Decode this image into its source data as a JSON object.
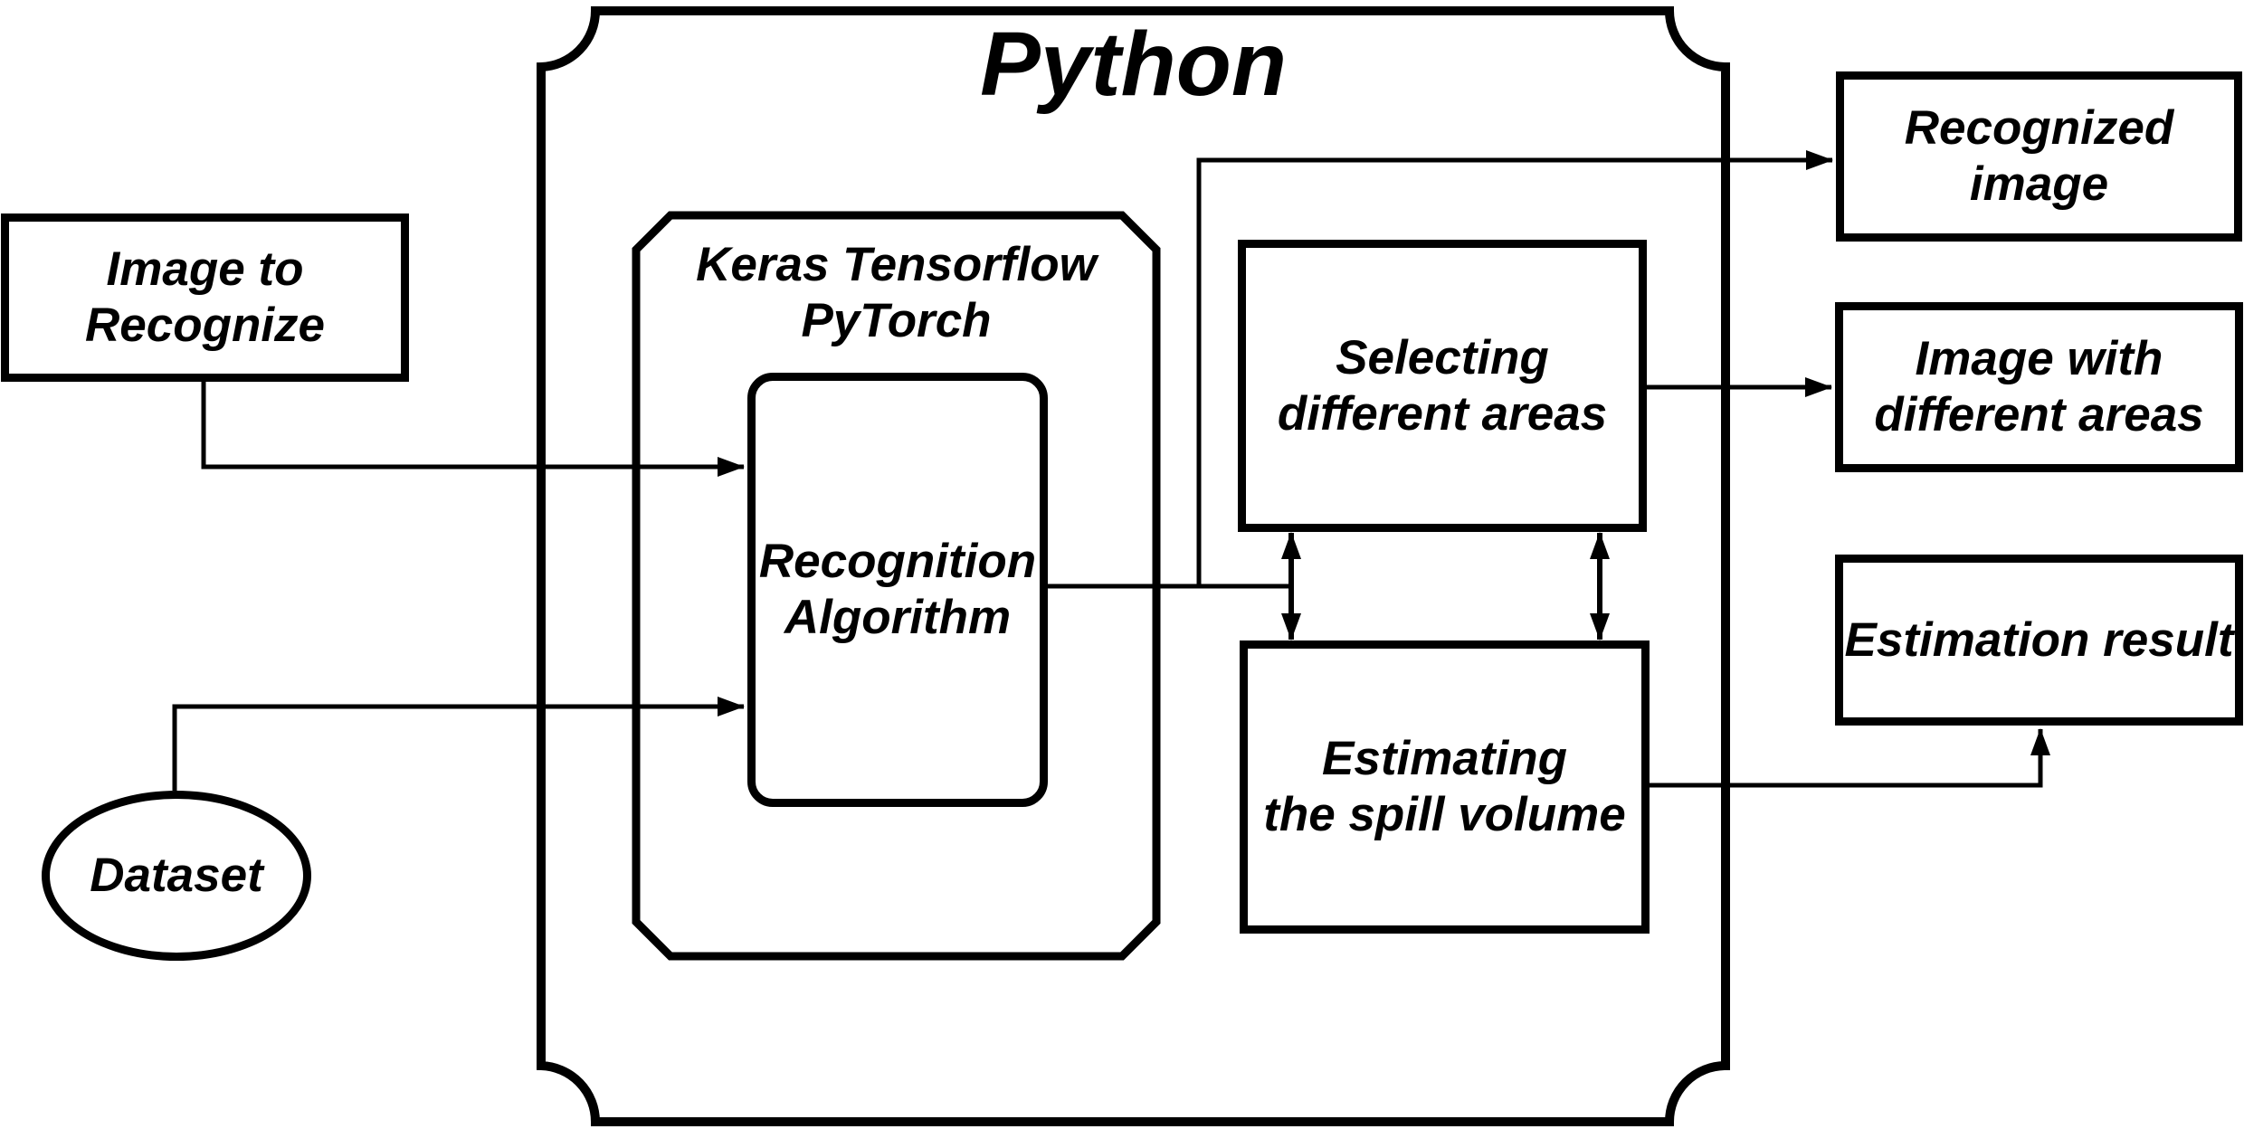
{
  "title": {
    "python": "Python"
  },
  "nodes": {
    "image_to_recognize": {
      "line1": "Image to",
      "line2": "Recognize"
    },
    "dataset": {
      "label": "Dataset"
    },
    "keras_frameworks": {
      "line1": "Keras Tensorflow",
      "line2": "PyTorch"
    },
    "recognition_algorithm": {
      "line1": "Recognition",
      "line2": "Algorithm"
    },
    "selecting_areas": {
      "line1": "Selecting",
      "line2": "different areas"
    },
    "estimating_volume": {
      "line1": "Estimating",
      "line2": "the spill volume"
    },
    "recognized_image": {
      "line1": "Recognized",
      "line2": "image"
    },
    "image_with_areas": {
      "line1": "Image with",
      "line2": "different areas"
    },
    "estimation_result": {
      "label": "Estimation result"
    }
  },
  "colors": {
    "line": "#000000",
    "background": "#ffffff"
  }
}
